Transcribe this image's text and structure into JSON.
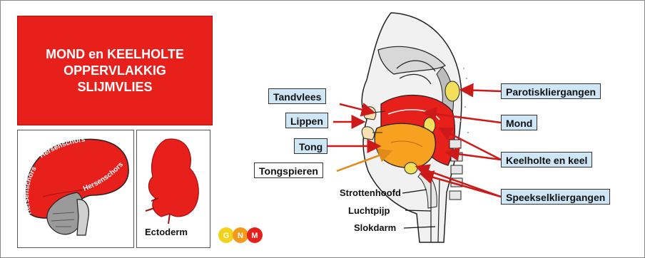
{
  "title": "MOND en KEELHOLTE\nOPPERVLAKKIG\nSLIJMVLIES",
  "brain_labels": [
    "Hersenschors",
    "Hersenschors",
    "Hersenschors"
  ],
  "embryo_label": "Ectoderm",
  "logo_letters": [
    "G",
    "N",
    "M"
  ],
  "labels_left": [
    "Tandvlees",
    "Lippen",
    "Tong",
    "Tongspieren"
  ],
  "labels_plain": [
    "Strottenhoofd",
    "Luchtpijp",
    "Slokdarm"
  ],
  "labels_right": [
    "Parotiskliergangen",
    "Mond",
    "Keelholte en keel",
    "Speekselkliergangen"
  ],
  "colors": {
    "red": "#e8201c",
    "label_blue": "#cfe6f7",
    "gland_yellow": "#f3e05a",
    "tongue_orange": "#f6a11f"
  }
}
